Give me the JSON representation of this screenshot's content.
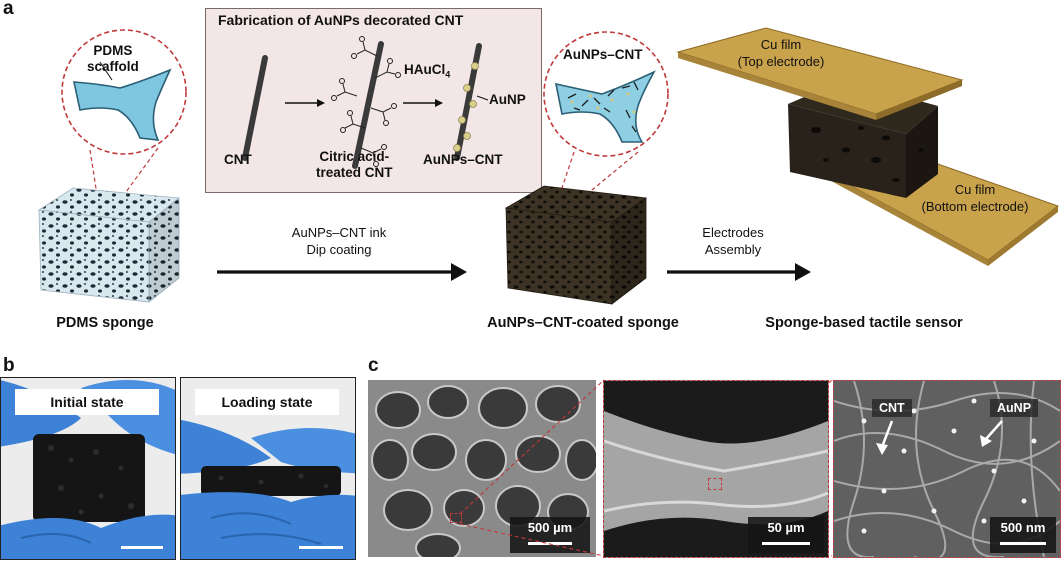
{
  "panel_a": {
    "letter": "a",
    "fabrication": {
      "title": "Fabrication of AuNPs decorated CNT",
      "cnt": "CNT",
      "citric_line1": "Citric acid-",
      "citric_line2": "treated CNT",
      "reagent_main": "HAuCl",
      "reagent_sub": "4",
      "aunp": "AuNP",
      "aunps_cnt": "AuNPs–CNT"
    },
    "pdms_inset_line1": "PDMS",
    "pdms_inset_line2": "scaffold",
    "aunps_cnt_inset": "AuNPs–CNT",
    "step1_line1": "AuNPs–CNT ink",
    "step1_line2": "Dip coating",
    "step2_line1": "Electrodes",
    "step2_line2": "Assembly",
    "top_electrode_line1": "Cu film",
    "top_electrode_line2": "(Top electrode)",
    "bottom_electrode_line1": "Cu film",
    "bottom_electrode_line2": "(Bottom electrode)",
    "caption_pdms": "PDMS sponge",
    "caption_coated": "AuNPs–CNT-coated sponge",
    "caption_sensor": "Sponge-based tactile sensor"
  },
  "panel_b": {
    "letter": "b",
    "initial": "Initial state",
    "loading": "Loading state"
  },
  "panel_c": {
    "letter": "c",
    "scale1": "500 µm",
    "scale2": "50 µm",
    "scale3": "500 nm",
    "cnt_tag": "CNT",
    "aunp_tag": "AuNP"
  },
  "colors": {
    "accent_red": "#c0393b",
    "fabrication_box_bg": "#f3e6e6",
    "cu_gold": "#c9a24c",
    "scaffold_blue": "#7fc7e0",
    "glove_blue": "#3d82d6"
  }
}
